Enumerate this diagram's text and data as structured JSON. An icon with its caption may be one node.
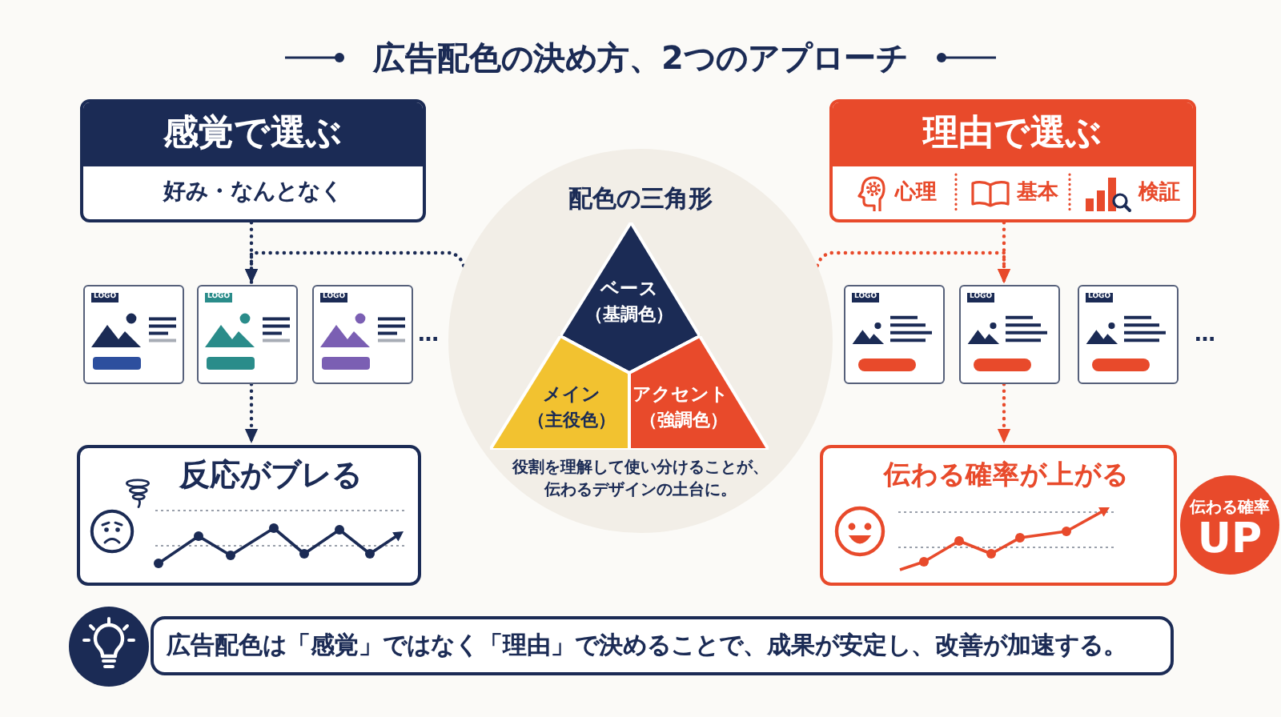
{
  "diagram": {
    "title": "広告配色の決め方、2つのアプローチ",
    "nodes": [
      {
        "text": [
          "感覚で選ぶ",
          "好み・なんとなく"
        ]
      },
      {
        "text": [
          "配色の三角形",
          "役割を理解して使い分けることが、伝わるデザインの土台に。"
        ]
      },
      {
        "text": [
          "ベース",
          "（基調色）"
        ],
        "in": 1
      },
      {
        "text": [
          "メイン",
          "（主役色）"
        ],
        "in": 1
      },
      {
        "text": [
          "アクセント",
          "（強調色）"
        ],
        "in": 1
      },
      {
        "text": [
          "理由で選ぶ",
          "心理",
          "基本",
          "検証"
        ]
      },
      {
        "text": [
          "LOGO"
        ]
      },
      {
        "text": [
          "LOGO"
        ]
      },
      {
        "text": [
          "LOGO"
        ]
      },
      {
        "text": [
          "LOGO"
        ]
      },
      {
        "text": [
          "LOGO"
        ]
      },
      {
        "text": [
          "LOGO"
        ]
      },
      {
        "text": [
          "反応がブレる"
        ]
      },
      {
        "text": [
          "伝わる確率が上がる"
        ]
      },
      {
        "text": [
          "伝わる確率",
          "UP"
        ]
      },
      {
        "text": [
          "広告配色は「感覚」ではなく「理由」で決めることで、成果が安定し、改善が加速する。"
        ]
      }
    ],
    "edges": [
      {
        "from": 0,
        "to": 7,
        "arrow": "to",
        "style": "dashed",
        "color": "#1b2b55"
      },
      {
        "from": 1,
        "to": 7,
        "arrow": "to",
        "style": "dashed",
        "color": "#1b2b55"
      },
      {
        "from": 7,
        "to": 12,
        "arrow": "to",
        "style": "dashed",
        "color": "#1b2b55"
      },
      {
        "from": 5,
        "to": 10,
        "arrow": "to",
        "style": "dashed",
        "color": "#e84a2b"
      },
      {
        "from": 1,
        "to": 10,
        "arrow": "to",
        "style": "dashed",
        "color": "#e84a2b"
      },
      {
        "from": 10,
        "to": 13,
        "arrow": "to",
        "style": "dashed",
        "color": "#e84a2b"
      }
    ],
    "labels": [
      "…",
      "…"
    ]
  }
}
